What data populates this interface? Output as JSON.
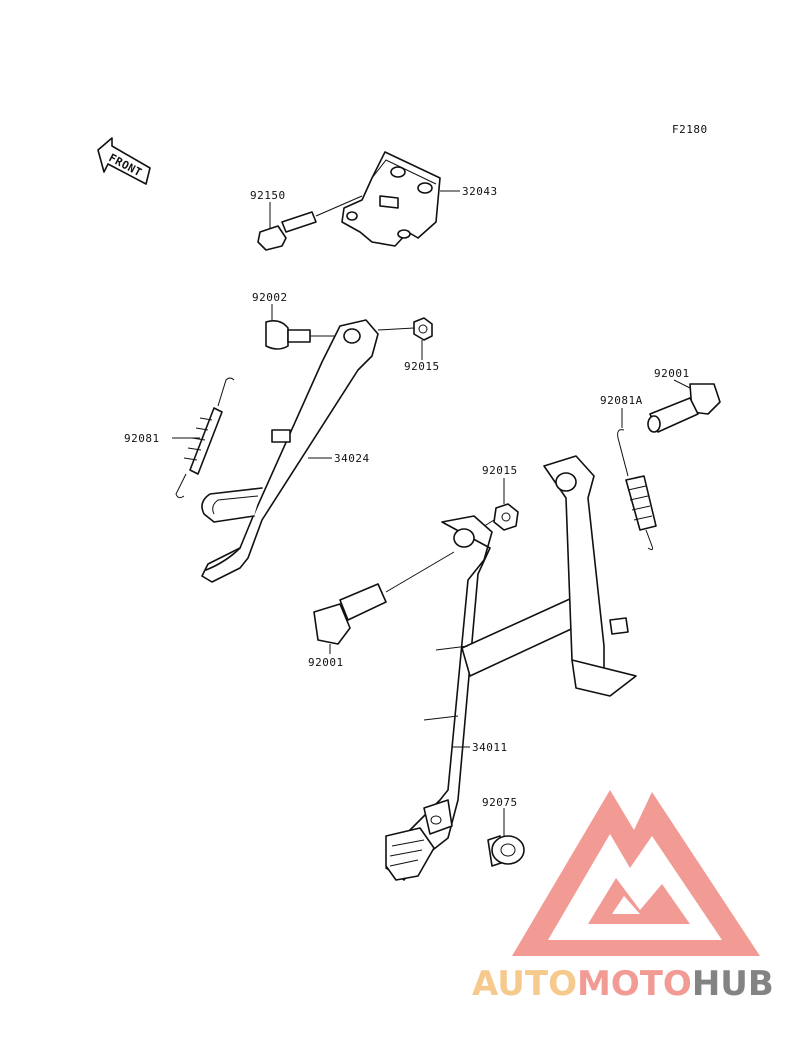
{
  "figure_code": "F2180",
  "front_label": "FRONT",
  "parts": [
    {
      "id": "p32043",
      "number": "32043"
    },
    {
      "id": "p92150",
      "number": "92150"
    },
    {
      "id": "p92002",
      "number": "92002"
    },
    {
      "id": "p92015a",
      "number": "92015"
    },
    {
      "id": "p92081",
      "number": "92081"
    },
    {
      "id": "p34024",
      "number": "34024"
    },
    {
      "id": "p92001a",
      "number": "92001"
    },
    {
      "id": "p92081A",
      "number": "92081A"
    },
    {
      "id": "p92015b",
      "number": "92015"
    },
    {
      "id": "p92001b",
      "number": "92001"
    },
    {
      "id": "p34011",
      "number": "34011"
    },
    {
      "id": "p92075",
      "number": "92075"
    }
  ],
  "watermark": {
    "part1": "AUTO",
    "part2": "MOTO",
    "part3": "HUB",
    "color1": "#f5c07a",
    "color2": "#f08a82",
    "color3": "#6e6e6e"
  }
}
